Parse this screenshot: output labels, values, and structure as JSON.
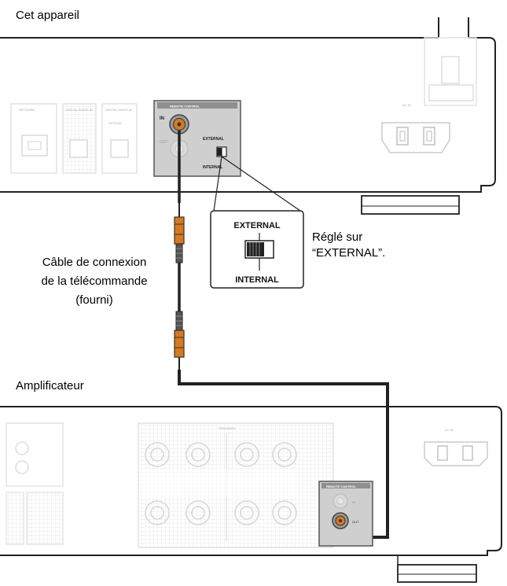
{
  "top_device": {
    "title": "Cet appareil",
    "port_labels": [
      "NETWORK",
      "DIGITAL AUDIO IN",
      "DIGITAL AUDIO IN",
      "OPTICAL"
    ],
    "remote_panel_label": "REMOTE CONTROL",
    "remote_in": "IN",
    "remote_out": "OUT",
    "switch_external": "EXTERNAL",
    "switch_internal": "INTERNAL",
    "ac_label": "AC IN"
  },
  "callout": {
    "external": "EXTERNAL",
    "internal": "INTERNAL",
    "note_line1": "Réglé sur",
    "note_line2": "“EXTERNAL”."
  },
  "cable": {
    "line1": "Câble de connexion",
    "line2": "de la télécommande",
    "line3": "(fourni)"
  },
  "bottom_device": {
    "title": "Amplificateur",
    "speakers_label": "SPEAKERS",
    "remote_panel_label": "REMOTE CONTROL",
    "remote_in": "IN",
    "remote_out": "OUT",
    "ac_label": "AC IN"
  },
  "colors": {
    "line": "#222222",
    "panel_grey": "#cfcfcf",
    "panel_dark": "#8f8f8f",
    "jack_orange": "#d57a1f",
    "faint": "#e6e6e6"
  }
}
